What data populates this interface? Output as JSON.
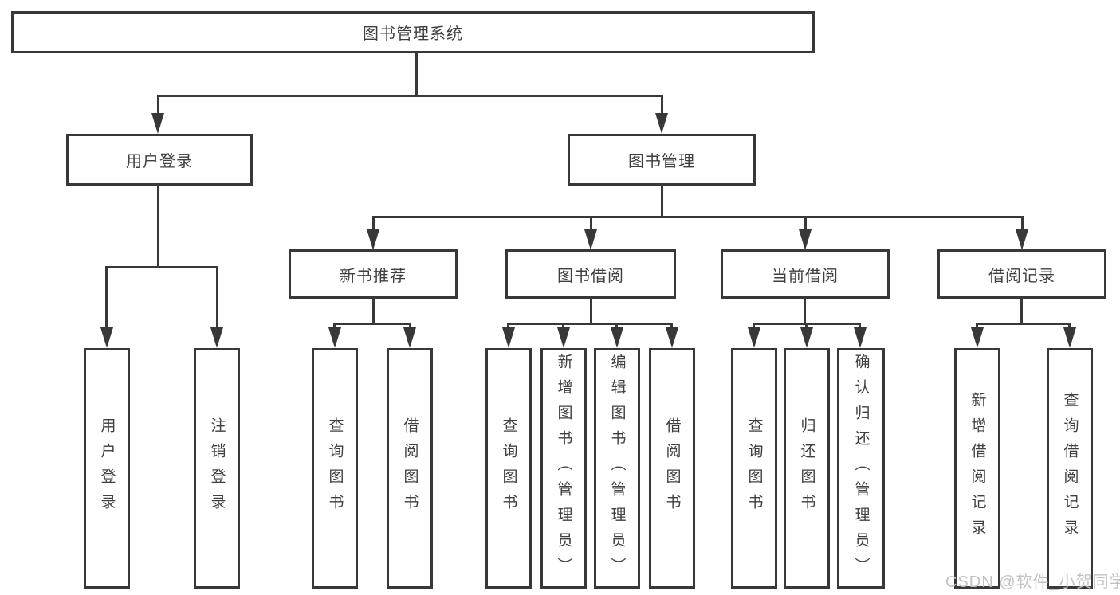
{
  "diagram": {
    "root": {
      "label": "图书管理系统"
    },
    "level2": [
      {
        "label": "用户登录"
      },
      {
        "label": "图书管理"
      }
    ],
    "level3": [
      {
        "label": "新书推荐"
      },
      {
        "label": "图书借阅"
      },
      {
        "label": "当前借阅"
      },
      {
        "label": "借阅记录"
      }
    ],
    "leaves": {
      "user_login": [
        "用户登录",
        "注销登录"
      ],
      "new_book": [
        "查询图书",
        "借阅图书"
      ],
      "book_borrow": [
        "查询图书",
        "新增图书（管理员）",
        "编辑图书（管理员）",
        "借阅图书"
      ],
      "current_borrow": [
        "查询图书",
        "归还图书",
        "确认归还（管理员）"
      ],
      "borrow_record": [
        "新增借阅记录",
        "查询借阅记录"
      ]
    }
  },
  "watermark": "CSDN @软件_小贺同学",
  "colors": {
    "line": "#383838",
    "text": "#3f3f3f",
    "watermark": "#c2c2c2",
    "background": "#ffffff"
  }
}
